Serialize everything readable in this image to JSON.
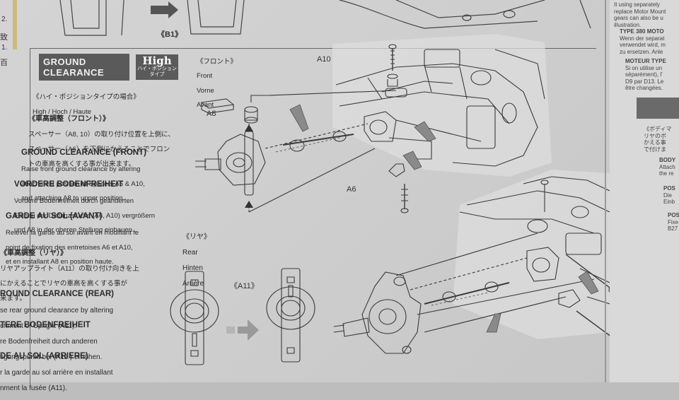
{
  "top": {
    "b1_label": "《B1》"
  },
  "header": {
    "title_line1": "GROUND",
    "title_line2": "CLEARANCE",
    "badge_word": "High",
    "badge_sub1": "ハイ・ポジション",
    "badge_sub2": "タイプ"
  },
  "intro": {
    "jp": "《ハイ・ポジションタイプの場合》",
    "multi": "High / Hoch / Haute"
  },
  "front": {
    "jp_head": "《車高調整（フロント）》",
    "jp_body1": "スペーサー（A8, 10）の取り付け位置を上側に、",
    "jp_body2": "スペーサー（A6）を下側にかえることでフロン",
    "jp_body3": "トの車高を高くする事が出来ます。",
    "en_head": "GROUND CLEARANCE (FRONT)",
    "en_body1": "Raise front ground clearance by altering",
    "en_body2": "attachment position of Spacers A6 & A10,",
    "en_body3": "and attaching A8 to upper position.",
    "de_head": "VORDERE BODENFREIHEIT",
    "de_body1": "Vordere Bodenfreiheit durch geänderten",
    "de_body2": "Einbau der Distanzstücke (A6, A10) vergrößern",
    "de_body3": "und A8 in der oberen Stellung einbauen..",
    "fr_head": "GARDE AU SOL (AVANT)",
    "fr_body1": "Relever la garde au sol avant en modifiant le",
    "fr_body2": "point de fixation des entretoises A6 et A10,",
    "fr_body3": "et en installant A8 en position haute."
  },
  "rear": {
    "jp_head": "《車高調整（リヤ）》",
    "jp_body1": "リヤアップライト（A11）の取り付け向きを上",
    "jp_body2": "にかえることでリヤの車高を高くする事が",
    "jp_body3": "来ます。",
    "en_head": "ROUND CLEARANCE (REAR)",
    "en_body1": "se rear ground clearance by altering",
    "en_body2": "chment of Upright (A11).",
    "de_head": "TERE BODENFREIHEIT",
    "de_body1": "re   Bodenfreiheit   durch   anderen",
    "de_body2": "tigungspunkt bei (A11 ) erhöhen.",
    "fr_head": "DE AU SOL (ARRIERE)",
    "fr_body1": "r la garde au sol arrière en installant",
    "fr_body2": "nment la fusée (A11)."
  },
  "labels": {
    "front_jp": "《フロント》",
    "front_en": "Front",
    "front_de": "Vorne",
    "front_fr": "Avant",
    "rear_jp": "《リヤ》",
    "rear_en": "Rear",
    "rear_de": "Hinten",
    "rear_fr": "Arrière",
    "a8": "A8",
    "a10": "A10",
    "a6": "A6",
    "a11": "《A11》"
  },
  "right_column": {
    "line1": "It using separately",
    "line2": "replace Motor Mount",
    "line3": "gears can also be u",
    "line4": "illustration.",
    "line5": "TYPE 380 MOTO",
    "line6": "Wenn der separat",
    "line7": "verwendet wird, m",
    "line8": "zu ersetzen. Anle",
    "line9": "MOTEUR TYPE",
    "line10": "Si on utilise un",
    "line11": "séparément), l'",
    "line12": "D9 par D13. Le",
    "line13": "être changées.",
    "line14": "《ボディマ",
    "line15": "リヤのボ",
    "line16": "かえる事",
    "line17": "で付けま",
    "line18": "BODY",
    "line19": "Attach",
    "line20": "the re",
    "line21": "POS",
    "line22": "Die",
    "line23": "Einb",
    "line24": "POS",
    "line25": "Fixe",
    "line26": "B27",
    "margin1": "2.",
    "margin2": "致",
    "margin3": "1.",
    "margin4": "百"
  },
  "colors": {
    "box_fill": "#5a5a5a",
    "paper": "#cfcfcf",
    "ink": "#2a2a2a"
  }
}
